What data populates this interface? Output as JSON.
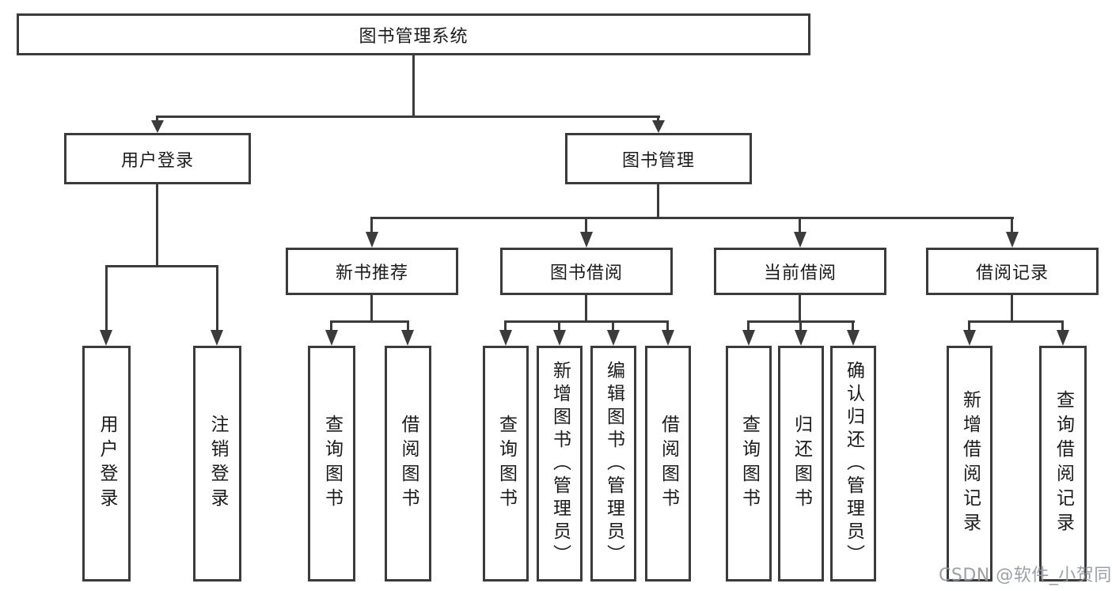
{
  "title": "图书管理系统",
  "watermark": {
    "text": "CSDN @软件_小贺同学"
  },
  "colors": {
    "line": "#3b3b3b",
    "box_border": "#3b3b3b",
    "text": "#1b1b1b",
    "watermark": "#9398a0",
    "background": "#ffffff"
  },
  "nodes": {
    "root": "图书管理系统",
    "user_login": "用户登录",
    "book_mgmt": "图书管理",
    "new_book_rec": "新书推荐",
    "book_borrow": "图书借阅",
    "current_borrow": "当前借阅",
    "borrow_records": "借阅记录",
    "ul_user_login": "用户登录",
    "ul_logout": "注销登录",
    "nb_query_book": "查询图书",
    "nb_borrow_book": "借阅图书",
    "bb_query_book": "查询图书",
    "bb_add_book": "新增图书（管理员）",
    "bb_edit_book": "编辑图书（管理员）",
    "bb_borrow_book": "借阅图书",
    "cb_query_book": "查询图书",
    "cb_return_book": "归还图书",
    "cb_confirm_return": "确认归还（管理员）",
    "br_add_record": "新增借阅记录",
    "br_query_record": "查询借阅记录"
  },
  "hierarchy": {
    "root": [
      "user_login",
      "book_mgmt"
    ],
    "user_login": [
      "ul_user_login",
      "ul_logout"
    ],
    "book_mgmt": [
      "new_book_rec",
      "book_borrow",
      "current_borrow",
      "borrow_records"
    ],
    "new_book_rec": [
      "nb_query_book",
      "nb_borrow_book"
    ],
    "book_borrow": [
      "bb_query_book",
      "bb_add_book",
      "bb_edit_book",
      "bb_borrow_book"
    ],
    "current_borrow": [
      "cb_query_book",
      "cb_return_book",
      "cb_confirm_return"
    ],
    "borrow_records": [
      "br_add_record",
      "br_query_record"
    ]
  }
}
